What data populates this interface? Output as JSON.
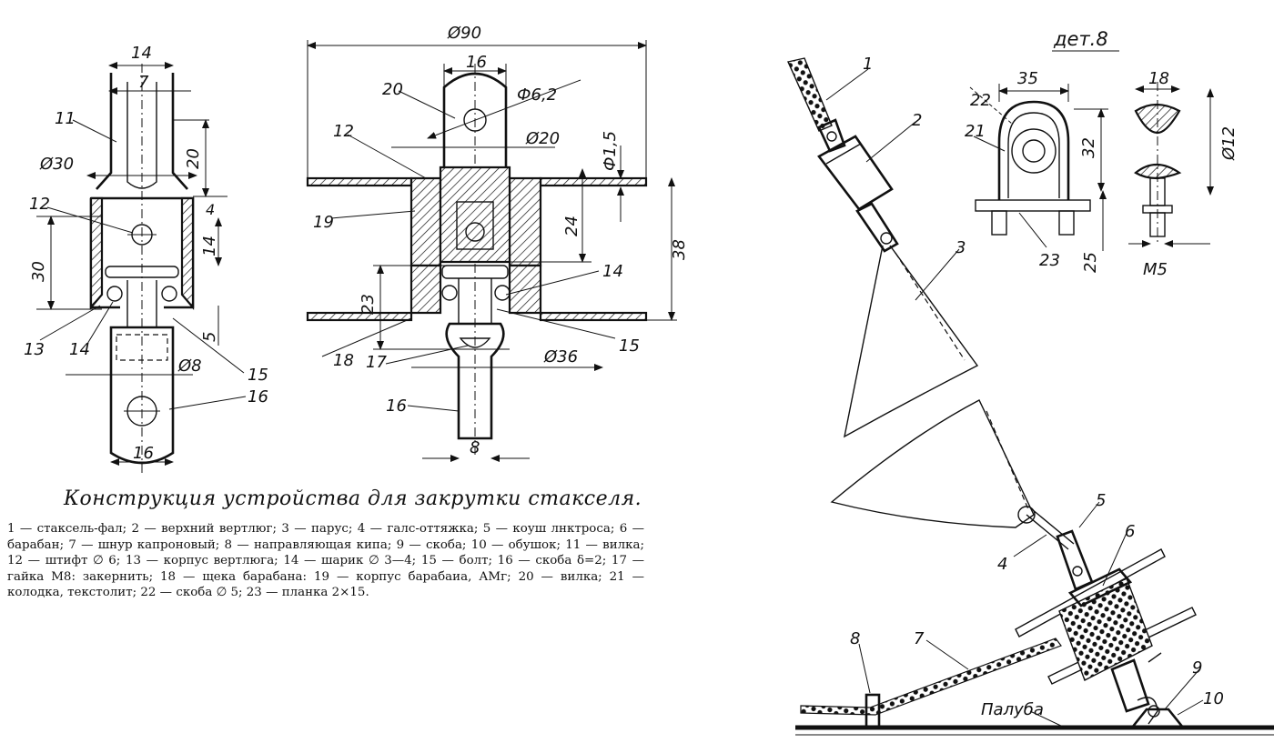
{
  "caption": {
    "title": "Конструкция устройства для закрутки стакселя.",
    "legend": "1 — стаксель-фал; 2 — верхний вертлюг; 3 — парус; 4 — галс-оттяжка; 5 — коуш лнктроса; 6 — барабан; 7 — шнур капроновый; 8 — направляющая кипа; 9 — скоба; 10 — обушок; 11 — вилка; 12 — штифт ∅ 6; 13 — корпус вертлюга; 14 — шарик ∅ 3—4; 15 — болт; 16 — скоба δ=2; 17 — гайка М8: закернить; 18 — щека барабана: 19 — корпус барабаиа, АМг; 20 — вилка; 21 — колодка, текстолит; 22 — скоба ∅ 5; 23 — планка 2×15."
  },
  "left_view": {
    "dims": {
      "d14": "14",
      "d7": "7",
      "d20": "20",
      "d30dia": "Ø30",
      "d4": "4",
      "d30": "30",
      "d14b": "14",
      "d5": "5",
      "d8": "Ø8",
      "d16": "16"
    },
    "callouts": {
      "c11": "11",
      "c12": "12",
      "c13": "13",
      "c14": "14",
      "c15": "15",
      "c16": "16"
    }
  },
  "middle_view": {
    "dims": {
      "d90": "Ø90",
      "d16": "16",
      "d6_2": "Ф6,2",
      "d20": "Ø20",
      "d1_5": "Ф1,5",
      "d24": "24",
      "d38": "38",
      "d23": "23",
      "d36": "Ø36",
      "d8": "8"
    },
    "callouts": {
      "c20": "20",
      "c12": "12",
      "c19": "19",
      "c14": "14",
      "c15": "15",
      "c18": "18",
      "c17": "17",
      "c16": "16"
    }
  },
  "detail_view": {
    "title": "дет.8",
    "dims": {
      "d35": "35",
      "d18": "18",
      "d32": "32",
      "d12": "Ø12",
      "d25": "25",
      "m5": "M5"
    },
    "callouts": {
      "c22": "22",
      "c21": "21",
      "c23": "23"
    }
  },
  "assembly_view": {
    "callouts": {
      "c1": "1",
      "c2": "2",
      "c3": "3",
      "c4": "4",
      "c5": "5",
      "c6": "6",
      "c7": "7",
      "c8": "8",
      "c9": "9",
      "c10": "10"
    },
    "deck_label": "Палуба"
  }
}
